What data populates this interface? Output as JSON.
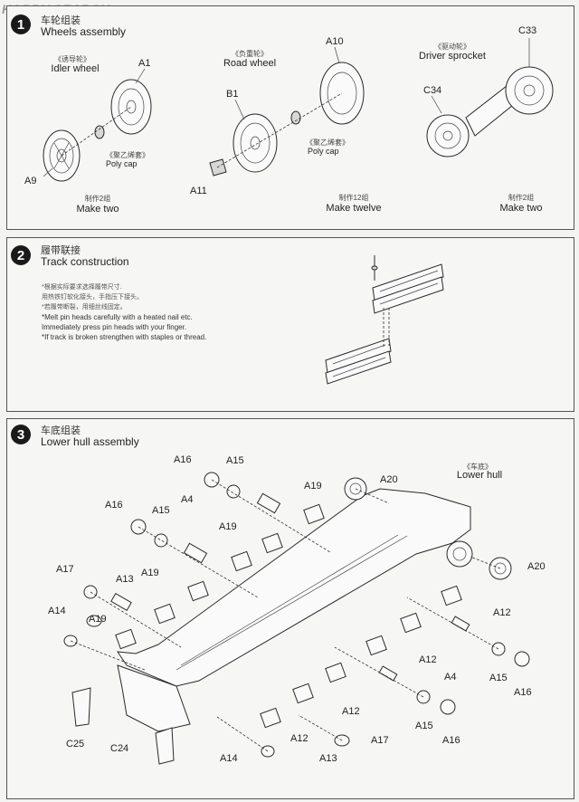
{
  "watermark": "HOBBY SEARCH",
  "steps": [
    {
      "number": "1",
      "title_zh": "车轮组装",
      "title_en": "Wheels assembly",
      "groups": [
        {
          "name_zh": "《诱导轮》",
          "name_en": "Idler wheel",
          "qty_zh": "制作2组",
          "qty_en": "Make two"
        },
        {
          "name_zh": "《负重轮》",
          "name_en": "Road wheel",
          "qty_zh": "制作12组",
          "qty_en": "Make twelve"
        },
        {
          "name_zh": "《驱动轮》",
          "name_en": "Driver sprocket",
          "qty_zh": "制作2组",
          "qty_en": "Make two"
        }
      ],
      "polycap_zh": "《聚乙烯套》",
      "polycap_en": "Poly cap",
      "parts": [
        "A1",
        "A9",
        "A10",
        "B1",
        "A11",
        "C33",
        "C34"
      ]
    },
    {
      "number": "2",
      "title_zh": "履带联接",
      "title_en": "Track construction",
      "notes_zh": [
        "*根据实际要求选择履带尺寸.",
        "用热铁钉软化接头，手指压下接头。",
        "*若履带断裂，用细丝线固定。"
      ],
      "notes_en": [
        "*Melt pin heads carefully with a heated nail etc.",
        " Immediately press pin heads with your finger.",
        "*If track is broken strengthen with staples or thread."
      ]
    },
    {
      "number": "3",
      "title_zh": "车底组装",
      "title_en": "Lower hull assembly",
      "hull_zh": "《车底》",
      "hull_en": "Lower hull",
      "parts": [
        "A16",
        "A15",
        "A20",
        "A19",
        "A16",
        "A4",
        "A15",
        "A19",
        "A20",
        "A17",
        "A13",
        "A19",
        "A12",
        "A14",
        "A19",
        "A12",
        "A4",
        "A15",
        "A16",
        "A12",
        "A15",
        "A16",
        "C25",
        "C24",
        "A12",
        "A17",
        "A14",
        "A13"
      ]
    }
  ]
}
